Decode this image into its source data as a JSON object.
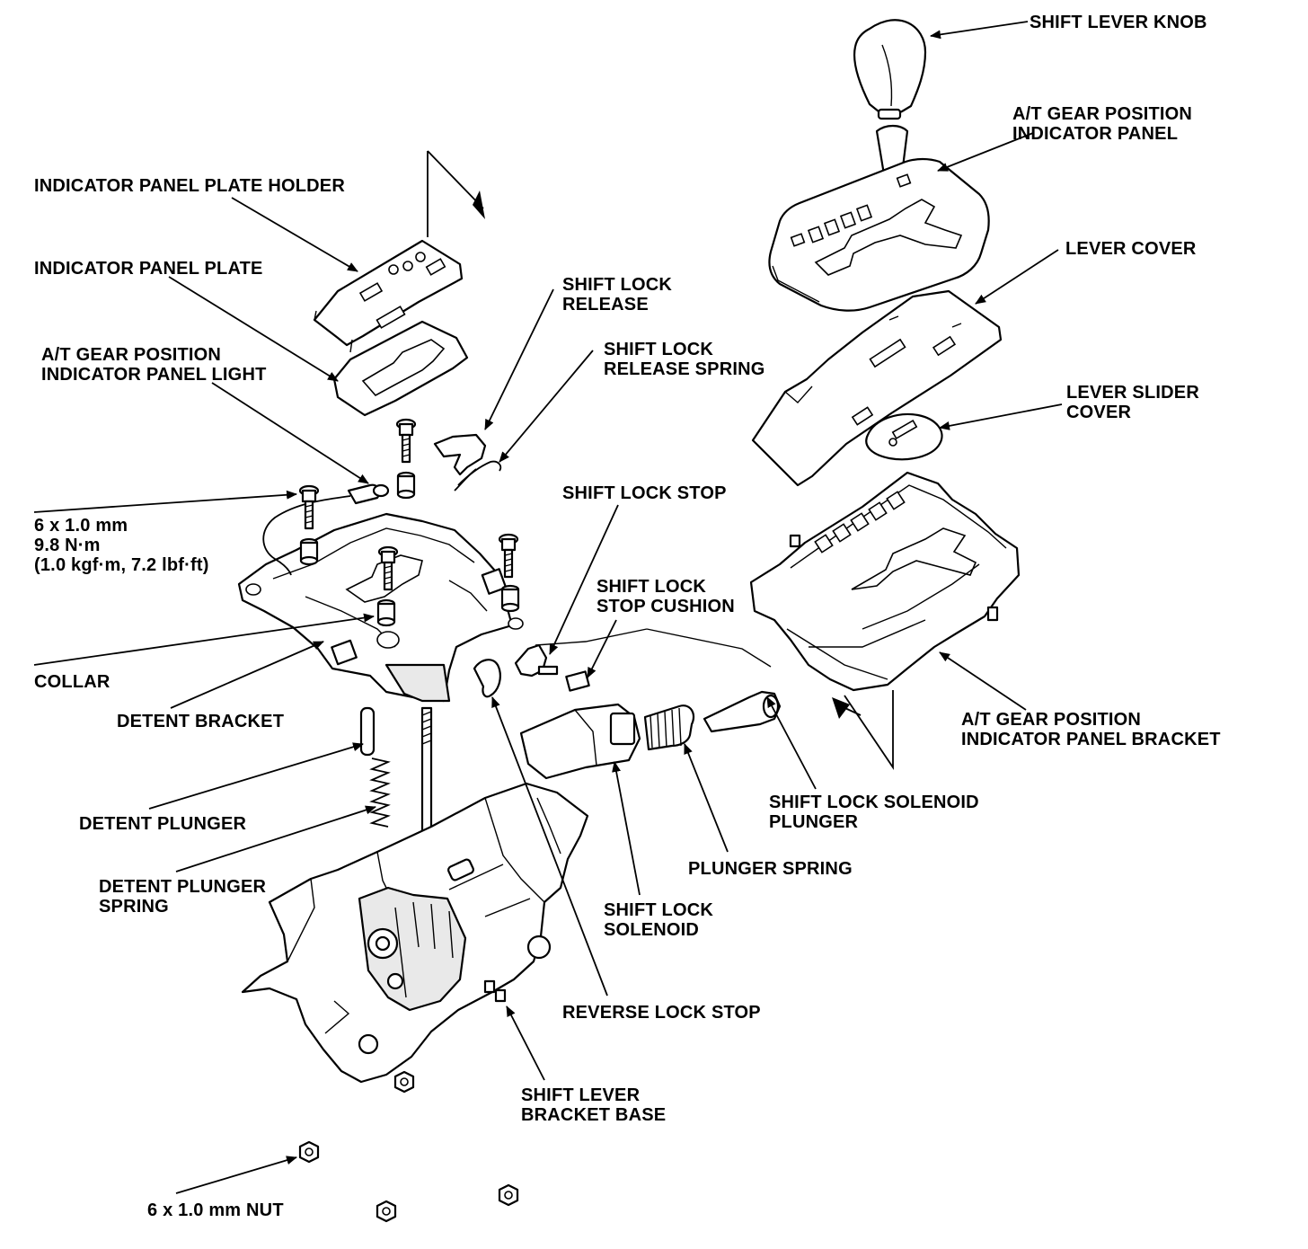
{
  "labels": {
    "shift_lever_knob": "SHIFT LEVER KNOB",
    "at_indicator_panel_1": "A/T GEAR POSITION",
    "at_indicator_panel_2": "INDICATOR PANEL",
    "lever_cover": "LEVER COVER",
    "lever_slider_cover_1": "LEVER SLIDER",
    "lever_slider_cover_2": "COVER",
    "at_panel_bracket_1": "A/T GEAR POSITION",
    "at_panel_bracket_2": "INDICATOR PANEL BRACKET",
    "plate_holder": "INDICATOR PANEL PLATE HOLDER",
    "panel_plate": "INDICATOR PANEL PLATE",
    "panel_light_1": "A/T GEAR POSITION",
    "panel_light_2": "INDICATOR PANEL LIGHT",
    "shift_lock_release_1": "SHIFT LOCK",
    "shift_lock_release_2": "RELEASE",
    "release_spring_1": "SHIFT LOCK",
    "release_spring_2": "RELEASE SPRING",
    "bolt_spec_1": "6 x 1.0 mm",
    "bolt_spec_2": "9.8 N·m",
    "bolt_spec_3": "(1.0 kgf·m, 7.2 lbf·ft)",
    "shift_lock_stop": "SHIFT LOCK STOP",
    "stop_cushion_1": "SHIFT LOCK",
    "stop_cushion_2": "STOP CUSHION",
    "collar": "COLLAR",
    "detent_bracket": "DETENT BRACKET",
    "detent_plunger": "DETENT PLUNGER",
    "detent_spring_1": "DETENT PLUNGER",
    "detent_spring_2": "SPRING",
    "solenoid_plunger_1": "SHIFT LOCK SOLENOID",
    "solenoid_plunger_2": "PLUNGER",
    "plunger_spring": "PLUNGER SPRING",
    "solenoid_1": "SHIFT LOCK",
    "solenoid_2": "SOLENOID",
    "reverse_lock_stop": "REVERSE LOCK STOP",
    "bracket_base_1": "SHIFT LEVER",
    "bracket_base_2": "BRACKET BASE",
    "nut": "6 x 1.0 mm NUT"
  },
  "colors": {
    "ink": "#000000",
    "paper": "#ffffff",
    "shade": "#e9e9e9"
  }
}
